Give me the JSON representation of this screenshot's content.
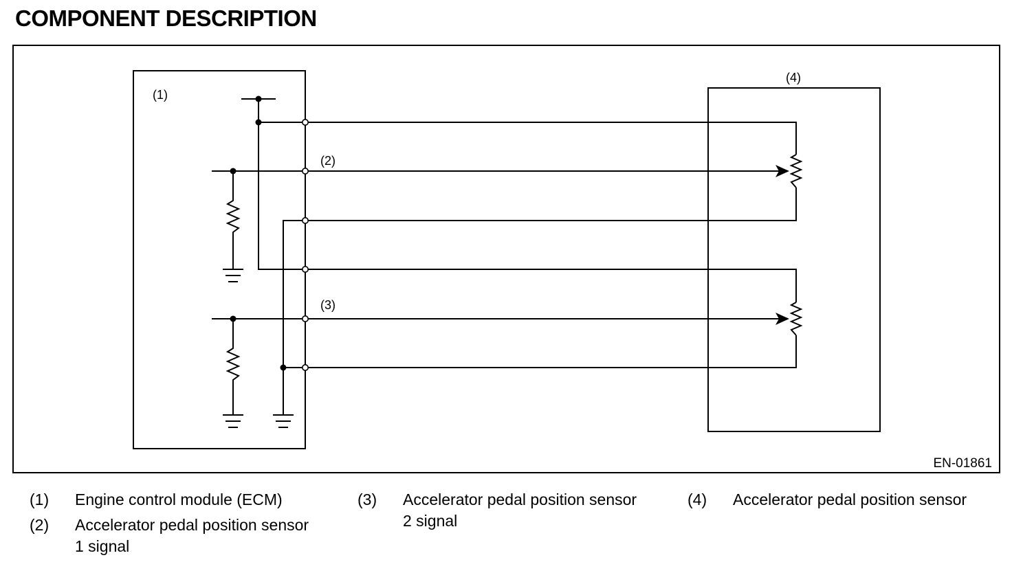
{
  "title": "COMPONENT DESCRIPTION",
  "diagram": {
    "code": "EN-01861",
    "callouts": {
      "ecm": "(1)",
      "signal1": "(2)",
      "signal2": "(3)",
      "sensor": "(4)"
    }
  },
  "legend": [
    {
      "num": "(1)",
      "lines": [
        "Engine control module (ECM)"
      ]
    },
    {
      "num": "(2)",
      "lines": [
        "Accelerator pedal position sensor",
        "1 signal"
      ]
    },
    {
      "num": "(3)",
      "lines": [
        "Accelerator pedal position sensor",
        "2 signal"
      ]
    },
    {
      "num": "(4)",
      "lines": [
        "Accelerator pedal position sensor"
      ]
    }
  ]
}
